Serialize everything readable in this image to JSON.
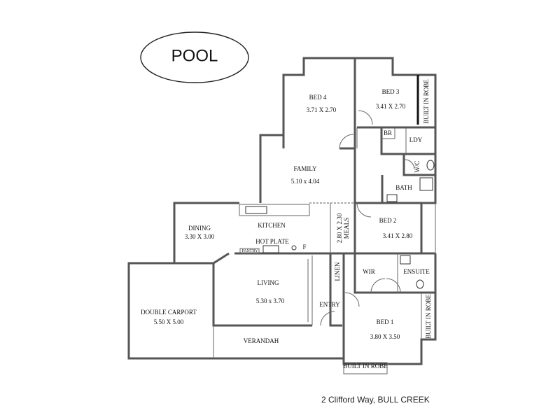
{
  "pool": {
    "label": "POOL"
  },
  "address": "2 Clifford Way, BULL CREEK",
  "rooms": {
    "bed4": {
      "name": "BED 4",
      "size": "3.71 X 2.70"
    },
    "bed3": {
      "name": "BED 3",
      "size": "3.41 X 2.70"
    },
    "bed3_robe": "BUILT IN ROBE",
    "br": "BR",
    "ldy": "LDY",
    "wc": "W/C",
    "family": {
      "name": "FAMILY",
      "size": "5.10 x 4.04"
    },
    "bath": "BATH",
    "kitchen": "KITCHEN",
    "dining": {
      "name": "DINING",
      "size": "3.30 X 3.00"
    },
    "meals": {
      "size": "2.80 X 2.30",
      "name": "MEALS"
    },
    "bed2": {
      "name": "BED 2",
      "size": "3.41 X 2.80"
    },
    "hotplate": "HOT PLATE",
    "pantry": "PANTRY",
    "fridge": "F",
    "linen": "LINEN",
    "wir": "WIR",
    "ensuite": "ENSUITE",
    "living": {
      "name": "LIVING",
      "size": "5.30 x 3.70"
    },
    "entry": "ENTRY",
    "carport": {
      "name": "DOUBLE CARPORT",
      "size": "5.50 X 5.00"
    },
    "bed1": {
      "name": "BED 1",
      "size": "3.80 X 3.50"
    },
    "bed1_robe_side": "BUILT IN ROBE",
    "bed1_robe_bottom": "BUILT IN ROBE",
    "verandah": "VERANDAH"
  }
}
